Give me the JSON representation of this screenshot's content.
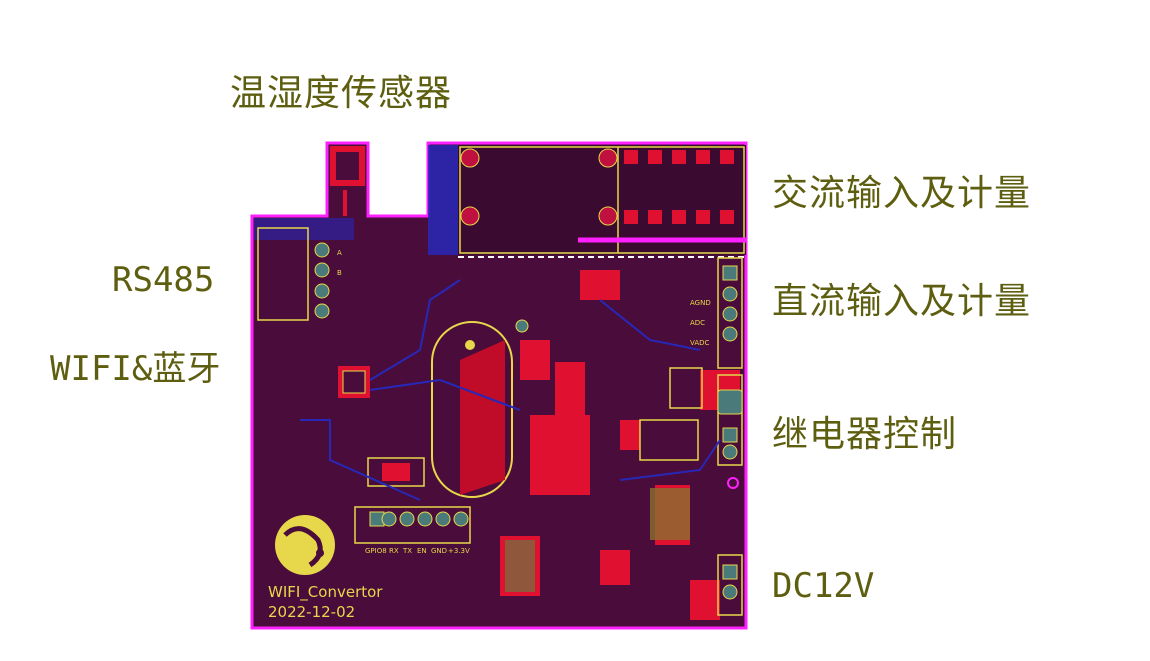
{
  "labels": {
    "sensor": "温湿度传感器",
    "ac": "交流输入及计量",
    "dc": "直流输入及计量",
    "rs485": "RS485",
    "wifi": "WIFI&蓝牙",
    "relay": "继电器控制",
    "dc12v": "DC12V"
  },
  "silkscreen": {
    "board_name": "WIFI_Convertor",
    "date": "2022-12-02",
    "header_pins": [
      "GPIO8",
      "RX",
      "TX",
      "EN",
      "GND",
      "+3.3V"
    ],
    "rs485_pins": [
      "A",
      "B"
    ],
    "dc_pins": [
      "VADC",
      "ADC",
      "AGND"
    ]
  },
  "colors": {
    "board": "#4a0c3a",
    "copper": "#e01030",
    "outline": "#ff20ff",
    "silk": "#e6d84a",
    "trace_blue": "#2828b8",
    "label": "#5e5e10"
  },
  "icons": [
    "espressif-logo-icon"
  ]
}
